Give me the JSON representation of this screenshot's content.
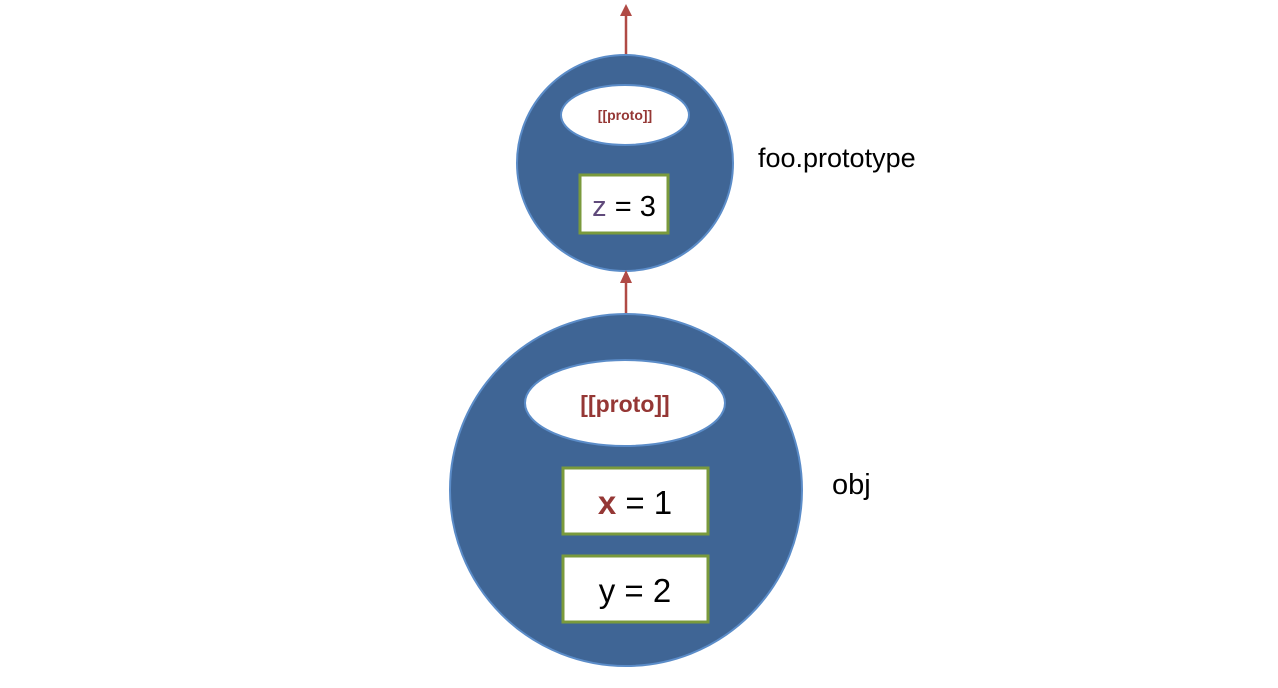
{
  "diagram": {
    "top_object": {
      "label": "foo.prototype",
      "proto_label": "[[proto]]",
      "properties": [
        {
          "name": "z",
          "name_color": "#604a7b",
          "rest": " = 3"
        }
      ]
    },
    "bottom_object": {
      "label": "obj",
      "proto_label": "[[proto]]",
      "properties": [
        {
          "name": "x",
          "name_color": "#953735",
          "name_bold": true,
          "rest": " = 1"
        },
        {
          "name": "y",
          "name_color": "#000000",
          "name_bold": false,
          "rest": " = 2"
        }
      ]
    },
    "colors": {
      "circle_fill": "#3f6595",
      "circle_stroke": "#5b8cc8",
      "arrow": "#b04a45",
      "proto_text": "#953735",
      "box_border": "#7a9a3c"
    }
  }
}
